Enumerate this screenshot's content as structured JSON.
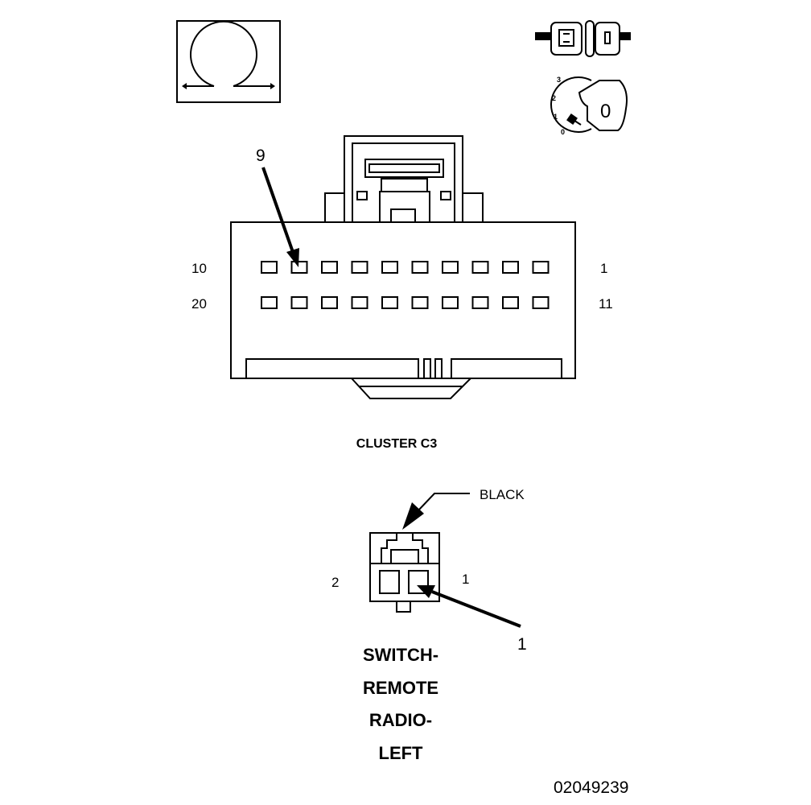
{
  "cluster": {
    "pin_callout": "9",
    "top_left_pin": "10",
    "top_right_pin": "1",
    "bottom_left_pin": "20",
    "bottom_right_pin": "11",
    "caption": "CLUSTER C3"
  },
  "ignition": {
    "positions": [
      "3",
      "2",
      "1",
      "0"
    ],
    "key_label": "0"
  },
  "switch": {
    "color_callout": "BLACK",
    "left_pin": "2",
    "right_pin": "1",
    "pin_callout": "1",
    "caption_lines": [
      "SWITCH-",
      "REMOTE",
      "RADIO-",
      "LEFT"
    ]
  },
  "figure_id": "02049239"
}
